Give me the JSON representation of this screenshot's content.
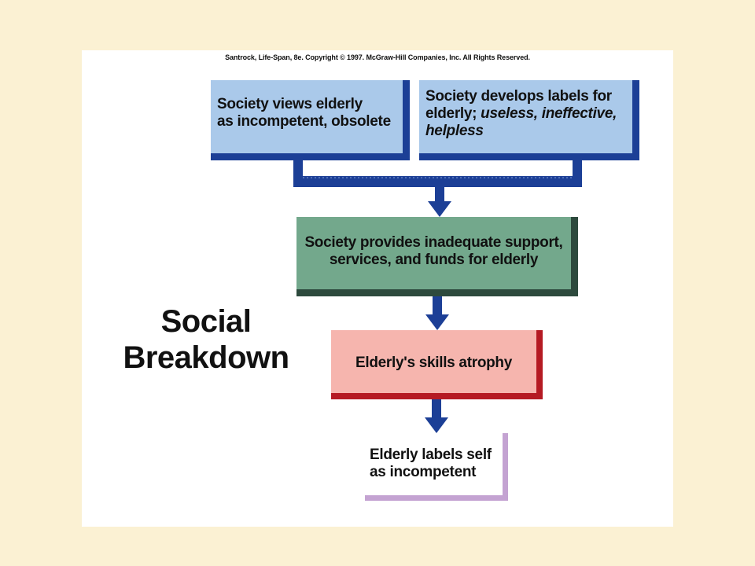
{
  "credit": "Santrock, Life-Span, 8e. Copyright © 1997. McGraw-Hill Companies, Inc. All Rights Reserved.",
  "title": [
    "Social",
    "Breakdown"
  ],
  "boxes": {
    "views": [
      "Society views elderly",
      "as incompetent, obsolete"
    ],
    "labels": {
      "line1": "Society develops labels for",
      "line2_plain": "elderly; ",
      "line2_italic": "useless, ineffective,",
      "line3_italic": "helpless"
    },
    "support": [
      "Society provides inadequate support,",
      "services, and funds for elderly"
    ],
    "atrophy": "Elderly's skills atrophy",
    "self_label": [
      "Elderly labels self",
      "as incompetent"
    ]
  },
  "colors": {
    "background": "#fbf1d3",
    "blue_box": "#aac9ea",
    "blue_shadow": "#1c3f96",
    "green_box": "#73a88c",
    "pink_box": "#f6b5ae",
    "red_shadow": "#b51a23",
    "lavender_shadow": "#c4a3d2",
    "arrow": "#1c3f96"
  }
}
